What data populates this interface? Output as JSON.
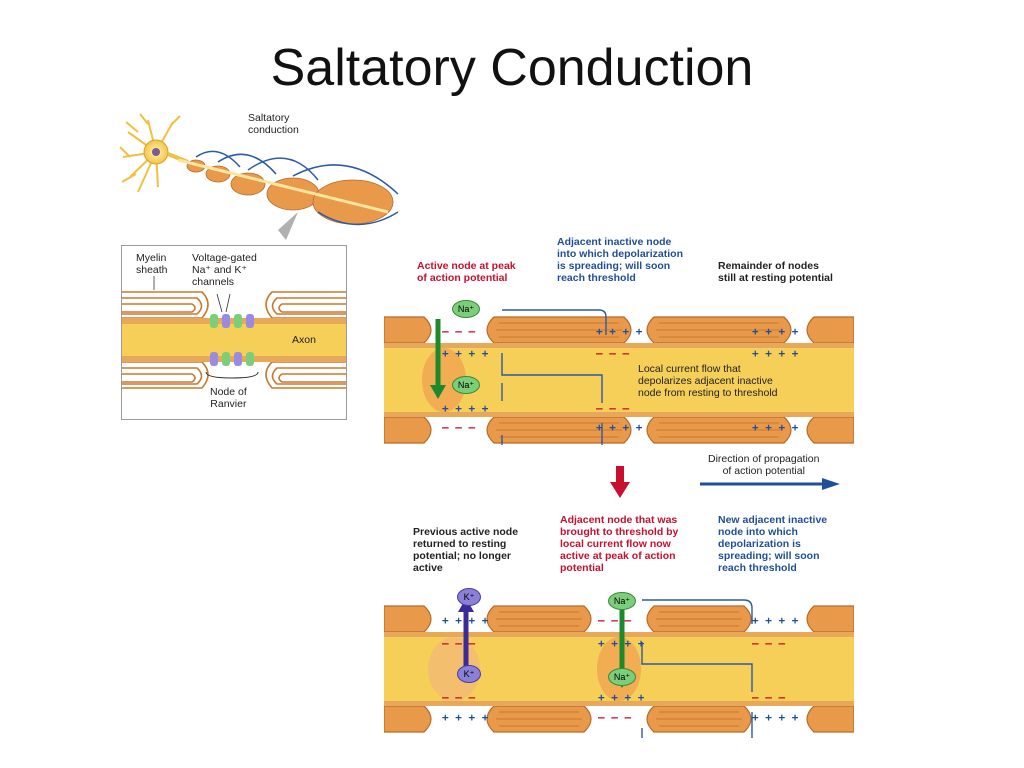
{
  "title": "Saltatory Conduction",
  "colors": {
    "axon": "#f3c842",
    "myelin": "#e08a3a",
    "node_active": "#f0a050",
    "positive": "#1f4e9a",
    "negative": "#c8102e",
    "na_ion": "#7ccf7a",
    "k_ion": "#8a80d8"
  },
  "neuron": {
    "label": "Saltatory\nconduction"
  },
  "inset": {
    "myelin_label": "Myelin\nsheath",
    "channels_label": "Voltage-gated\nNa⁺ and K⁺\nchannels",
    "axon_label": "Axon",
    "node_label": "Node of\nRanvier"
  },
  "top_panel": {
    "active_node": "Active node at peak\nof action potential",
    "adjacent_node": "Adjacent inactive node\ninto which depolarization\nis spreading; will soon\nreach threshold",
    "remainder": "Remainder of nodes\nstill at resting potential",
    "current_note": "Local current flow that\ndepolarizes adjacent inactive\nnode from resting to threshold",
    "ion": "Na⁺"
  },
  "propagation": {
    "label": "Direction of propagation\nof action potential"
  },
  "bottom_panel": {
    "previous_node": "Previous active node\nreturned to resting\npotential; no longer\nactive",
    "adjacent_node": "Adjacent node that was\nbrought to threshold by\nlocal current flow now\nactive at peak of action\npotential",
    "new_node": "New adjacent inactive\nnode into which\ndepolarization is\nspreading; will soon\nreach threshold",
    "k_ion": "K⁺",
    "na_ion": "Na⁺"
  },
  "signs": {
    "plus": "+ + + +",
    "minus": "– – –"
  }
}
